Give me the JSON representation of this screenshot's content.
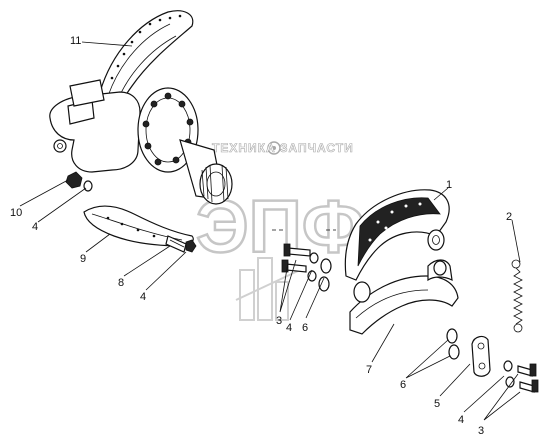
{
  "watermark": {
    "brand_text": "ТЕХНИКА  ЗАПЧАСТИ",
    "big_letters": "ЭПФ"
  },
  "callouts": [
    {
      "id": "c11",
      "label": "11"
    },
    {
      "id": "c1",
      "label": "1"
    },
    {
      "id": "c2",
      "label": "2"
    },
    {
      "id": "c10",
      "label": "10"
    },
    {
      "id": "c4a",
      "label": "4"
    },
    {
      "id": "c9",
      "label": "9"
    },
    {
      "id": "c8",
      "label": "8"
    },
    {
      "id": "c4b",
      "label": "4"
    },
    {
      "id": "c3a",
      "label": "3"
    },
    {
      "id": "c4c",
      "label": "4"
    },
    {
      "id": "c6a",
      "label": "6"
    },
    {
      "id": "c7",
      "label": "7"
    },
    {
      "id": "c6b",
      "label": "6"
    },
    {
      "id": "c5",
      "label": "5"
    },
    {
      "id": "c4d",
      "label": "4"
    },
    {
      "id": "c3b",
      "label": "3"
    }
  ]
}
